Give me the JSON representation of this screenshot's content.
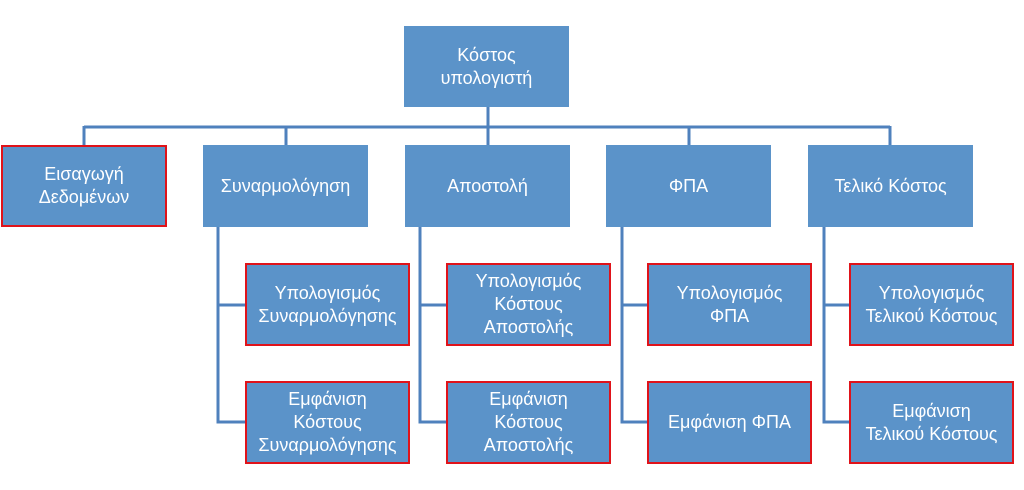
{
  "colors": {
    "node_fill": "#5b93c9",
    "connector": "#4f81bd",
    "highlight_border": "#e0131a",
    "text": "#ffffff"
  },
  "root": {
    "label": "Κόστος\nυπολογιστή"
  },
  "branches": [
    {
      "label": "Εισαγωγή\nΔεδομένων",
      "highlighted": true,
      "children": []
    },
    {
      "label": "Συναρμολόγηση",
      "highlighted": false,
      "children": [
        {
          "label": "Υπολογισμός\nΣυναρμολόγησης"
        },
        {
          "label": "Εμφάνιση\nΚόστους\nΣυναρμολόγησης"
        }
      ]
    },
    {
      "label": "Αποστολή",
      "highlighted": false,
      "children": [
        {
          "label": "Υπολογισμός\nΚόστους\nΑποστολής"
        },
        {
          "label": "Εμφάνιση\nΚόστους\nΑποστολής"
        }
      ]
    },
    {
      "label": "ΦΠΑ",
      "highlighted": false,
      "children": [
        {
          "label": "Υπολογισμός\nΦΠΑ"
        },
        {
          "label": "Εμφάνιση ΦΠΑ"
        }
      ]
    },
    {
      "label": "Τελικό Κόστος",
      "highlighted": false,
      "children": [
        {
          "label": "Υπολογισμός\nΤελικού Κόστους"
        },
        {
          "label": "Εμφάνιση\nΤελικού Κόστους"
        }
      ]
    }
  ]
}
